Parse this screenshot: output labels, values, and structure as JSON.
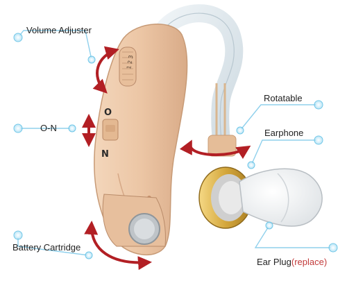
{
  "labels": {
    "volume_adjuster": "Volume Adjuster",
    "on_switch": "O-N",
    "battery_cartridge": "Battery Cartridge",
    "rotatable": "Rotatable",
    "earphone": "Earphone",
    "ear_plug": "Ear Plug",
    "ear_plug_note": "(replace)"
  },
  "device_markings": {
    "switch_top": "O",
    "switch_bottom": "N",
    "dial_numbers": "1 2 3"
  },
  "colors": {
    "arrow": "#b21f24",
    "callout_dot": "#6ec6e8",
    "body": "#ecc6a5",
    "earphone_ring": "#d4a73c",
    "accent_text": "#c23a3a"
  }
}
